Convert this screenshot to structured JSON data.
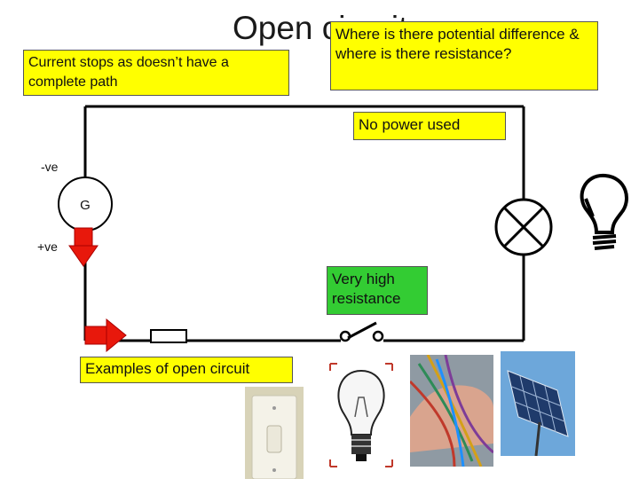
{
  "slide": {
    "title": "Open circuit",
    "callout_top_left": "Current stops as doesn’t have a complete path",
    "callout_top_right": "Where is there potential difference & where is there resistance?",
    "callout_no_power": "No power used",
    "callout_high_resistance": "Very high resistance",
    "callout_examples": "Examples of open circuit",
    "label_negative": "-ve",
    "label_positive": "+ve",
    "generator_label": "G",
    "colors": {
      "callout_yellow": "#ffff00",
      "callout_green": "#33cc33",
      "arrow_red": "#e8180c",
      "wire": "#000000"
    },
    "icons": [
      "generator-symbol",
      "lamp-symbol",
      "open-switch-symbol",
      "resistor-symbol",
      "light-bulb-icon",
      "wall-switch-photo",
      "bare-bulb-photo",
      "cut-wires-photo",
      "solar-panel-photo"
    ]
  }
}
